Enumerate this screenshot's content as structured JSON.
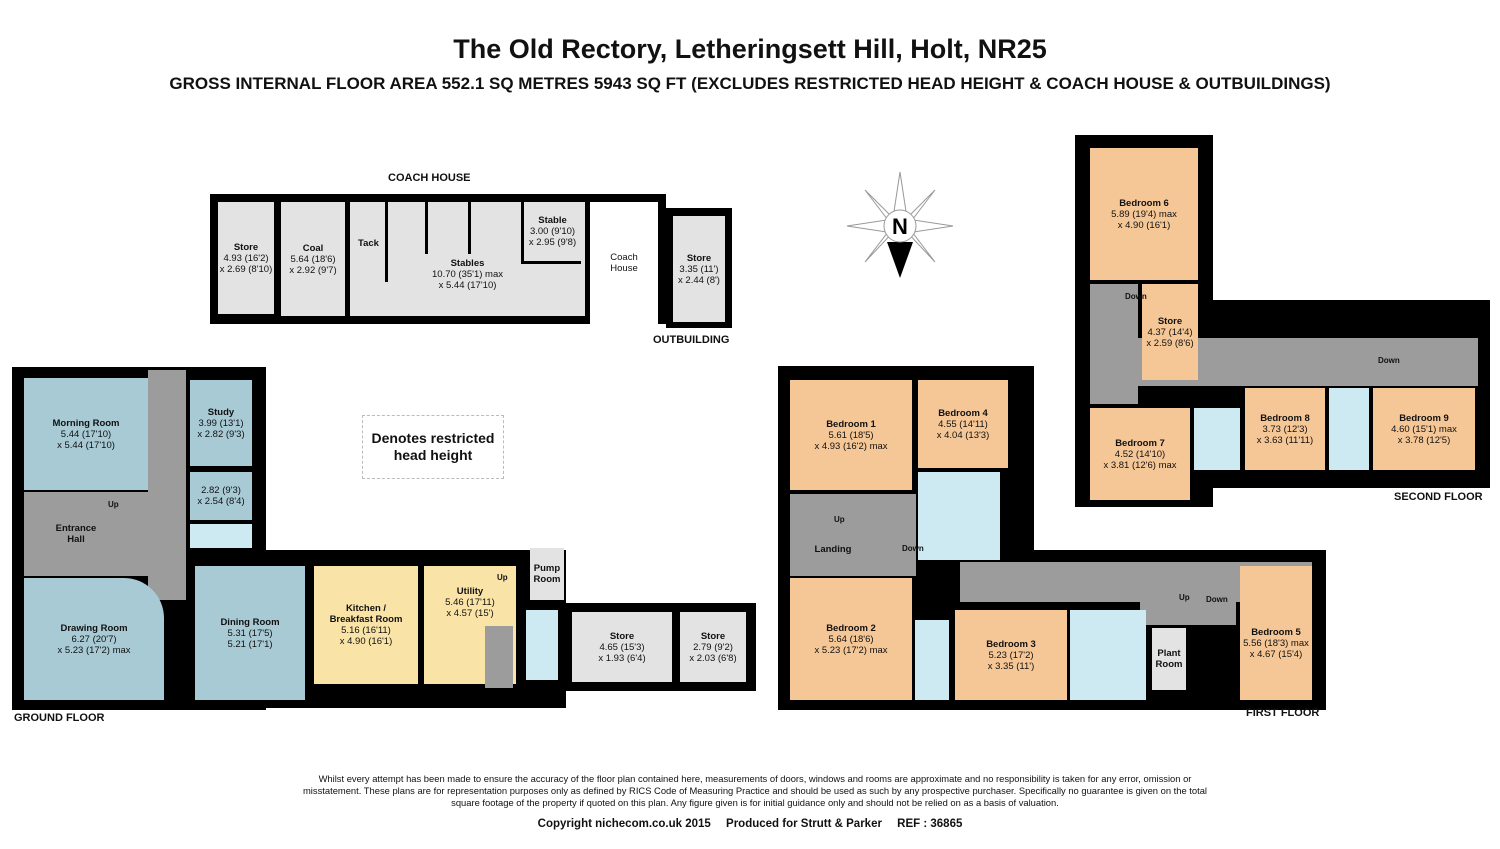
{
  "header": {
    "title": "The Old Rectory, Letheringsett Hill, Holt, NR25",
    "subtitle": "GROSS INTERNAL FLOOR AREA 552.1 SQ METRES 5943 SQ FT (EXCLUDES RESTRICTED HEAD HEIGHT & COACH HOUSE & OUTBUILDINGS)"
  },
  "compass": {
    "letter": "N"
  },
  "legend": {
    "restricted_line1": "Denotes restricted",
    "restricted_line2": "head height"
  },
  "coach_house": {
    "label": "COACH HOUSE",
    "outbuilding_label": "OUTBUILDING",
    "rooms": {
      "store": {
        "name": "Store",
        "d1": "4.93 (16'2)",
        "d2": "x 2.69 (8'10)"
      },
      "coal": {
        "name": "Coal",
        "d1": "5.64 (18'6)",
        "d2": "x 2.92 (9'7)"
      },
      "tack": {
        "name": "Tack"
      },
      "stables": {
        "name": "Stables",
        "d1": "10.70 (35'1) max",
        "d2": "x 5.44 (17'10)"
      },
      "stable": {
        "name": "Stable",
        "d1": "3.00 (9'10)",
        "d2": "x 2.95 (9'8)"
      },
      "coach": {
        "name1": "Coach",
        "name2": "House"
      },
      "outstore": {
        "name": "Store",
        "d1": "3.35 (11')",
        "d2": "x 2.44 (8')"
      }
    }
  },
  "ground_floor": {
    "label": "GROUND FLOOR",
    "up": "Up",
    "rooms": {
      "morning": {
        "name": "Morning Room",
        "d1": "5.44 (17'10)",
        "d2": "x 5.44 (17'10)"
      },
      "study": {
        "name": "Study",
        "d1": "3.99 (13'1)",
        "d2": "x 2.82 (9'3)"
      },
      "small": {
        "d1": "2.82 (9'3)",
        "d2": "x 2.54 (8'4)"
      },
      "hall": {
        "name1": "Entrance",
        "name2": "Hall"
      },
      "drawing": {
        "name": "Drawing Room",
        "d1": "6.27 (20'7)",
        "d2": "x 5.23 (17'2) max"
      },
      "dining": {
        "name": "Dining Room",
        "d1": "5.31 (17'5)",
        "d2": "5.21 (17'1)"
      },
      "kitchen": {
        "name1": "Kitchen /",
        "name2": "Breakfast Room",
        "d1": "5.16 (16'11)",
        "d2": "x 4.90 (16'1)"
      },
      "utility": {
        "name": "Utility",
        "d1": "5.46 (17'11)",
        "d2": "x 4.57 (15')"
      },
      "pump": {
        "name1": "Pump",
        "name2": "Room"
      },
      "store1": {
        "name": "Store",
        "d1": "4.65 (15'3)",
        "d2": "x 1.93 (6'4)"
      },
      "store2": {
        "name": "Store",
        "d1": "2.79 (9'2)",
        "d2": "x 2.03 (6'8)"
      }
    }
  },
  "first_floor": {
    "label": "FIRST FLOOR",
    "up": "Up",
    "down": "Down",
    "up2": "Up",
    "down2": "Down",
    "rooms": {
      "bed1": {
        "name": "Bedroom 1",
        "d1": "5.61 (18'5)",
        "d2": "x 4.93 (16'2) max"
      },
      "bed4": {
        "name": "Bedroom 4",
        "d1": "4.55 (14'11)",
        "d2": "x 4.04 (13'3)"
      },
      "landing": {
        "name": "Landing"
      },
      "bed2": {
        "name": "Bedroom 2",
        "d1": "5.64 (18'6)",
        "d2": "x 5.23 (17'2) max"
      },
      "bed3": {
        "name": "Bedroom 3",
        "d1": "5.23 (17'2)",
        "d2": "x 3.35 (11')"
      },
      "plant": {
        "name1": "Plant",
        "name2": "Room"
      },
      "bed5": {
        "name": "Bedroom 5",
        "d1": "5.56 (18'3) max",
        "d2": "x 4.67 (15'4)"
      }
    }
  },
  "second_floor": {
    "label": "SECOND FLOOR",
    "down": "Down",
    "down2": "Down",
    "rooms": {
      "bed6": {
        "name": "Bedroom 6",
        "d1": "5.89 (19'4) max",
        "d2": "x 4.90 (16'1)"
      },
      "store": {
        "name": "Store",
        "d1": "4.37 (14'4)",
        "d2": "x 2.59 (8'6)"
      },
      "bed7": {
        "name": "Bedroom 7",
        "d1": "4.52 (14'10)",
        "d2": "x 3.81 (12'6) max"
      },
      "bed8": {
        "name": "Bedroom 8",
        "d1": "3.73 (12'3)",
        "d2": "x 3.63 (11'11)"
      },
      "bed9": {
        "name": "Bedroom 9",
        "d1": "4.60 (15'1) max",
        "d2": "x 3.78 (12'5)"
      }
    }
  },
  "footer": {
    "disclaimer": "Whilst every attempt has been made to ensure the accuracy of the floor plan contained here, measurements of doors, windows and rooms are approximate and no responsibility is taken for any error, omission or misstatement. These plans are for representation purposes only as defined by RICS Code of Measuring Practice and should be used as such by any prospective purchaser. Specifically no guarantee is given on the total square footage of the property if quoted on this plan. Any figure given is for initial guidance only and should not be relied on as a basis of valuation.",
    "copyright": "Copyright nichecom.co.uk 2015",
    "produced": "Produced for Strutt & Parker",
    "ref": "REF : 36865"
  }
}
